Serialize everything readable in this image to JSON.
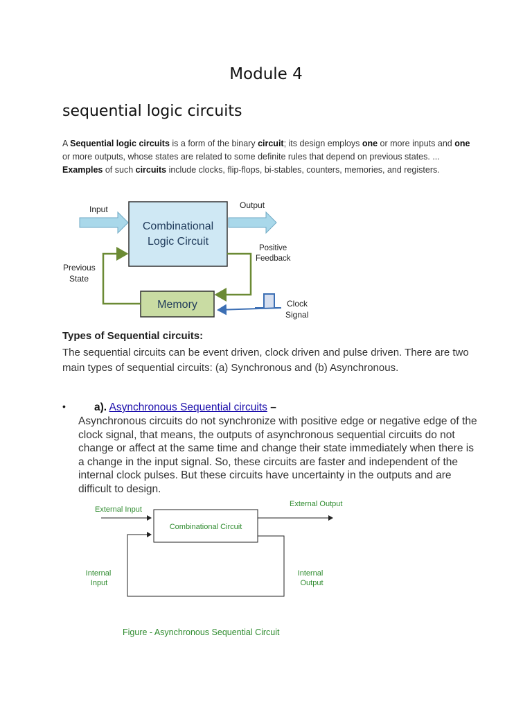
{
  "document": {
    "module_title": "Module 4",
    "section_title": "sequential logic circuits",
    "intro": [
      {
        "t": "A ",
        "b": false
      },
      {
        "t": "Sequential logic circuits",
        "b": true
      },
      {
        "t": " is a form of the binary ",
        "b": false
      },
      {
        "t": "circuit",
        "b": true
      },
      {
        "t": "; its design employs ",
        "b": false
      },
      {
        "t": "one",
        "b": true
      },
      {
        "t": " or more inputs and ",
        "b": false
      },
      {
        "t": "one",
        "b": true
      },
      {
        "t": " or more outputs, whose states are related to some definite rules that depend on previous states. ... ",
        "b": false
      },
      {
        "t": "Examples",
        "b": true
      },
      {
        "t": " of such ",
        "b": false
      },
      {
        "t": "circuits",
        "b": true
      },
      {
        "t": " include clocks, flip-flops, bi-stables, counters, memories, and registers.",
        "b": false
      }
    ],
    "diagram1": {
      "input": "Input",
      "output": "Output",
      "combinational_line1": "Combinational",
      "combinational_line2": "Logic Circuit",
      "positive_line1": "Positive",
      "positive_line2": "Feedback",
      "previous_line1": "Previous",
      "previous_line2": "State",
      "memory": "Memory",
      "clock_line1": "Clock",
      "clock_line2": "Signal",
      "colors": {
        "logic_fill": "#cfe8f4",
        "memory_fill": "#c9dca3",
        "feedback": "#6b8a34",
        "arrow_fill": "#a9d8ea",
        "clock": "#3c6fb4"
      }
    },
    "types_heading": "Types of Sequential circuits:",
    "types_text": "The sequential circuits can be event driven, clock driven and pulse driven. There are two main types of sequential circuits: (a) Synchronous and (b) Asynchronous.",
    "item_a": {
      "bullet": "•",
      "label": "a).",
      "link": "Asynchronous Sequential circuits",
      "dash": "–",
      "body": "Asynchronous circuits do not synchronize with positive edge or negative edge of the clock signal, that means, the outputs of asynchronous sequential circuits do not change or affect at the same time and change their state immediately when there is a change in the input signal. So, these circuits are faster and independent of the internal clock pulses. But these circuits have uncertainty in the outputs and are difficult to design."
    },
    "diagram2": {
      "external_input": "External Input",
      "external_output": "External Output",
      "combinational": "Combinational Circuit",
      "internal_input_line1": "Internal",
      "internal_input_line2": "Input",
      "internal_output_line1": "Internal",
      "internal_output_line2": "Output",
      "caption": "Figure - Asynchronous Sequential Circuit",
      "colors": {
        "label": "#2e8b2e"
      }
    }
  }
}
